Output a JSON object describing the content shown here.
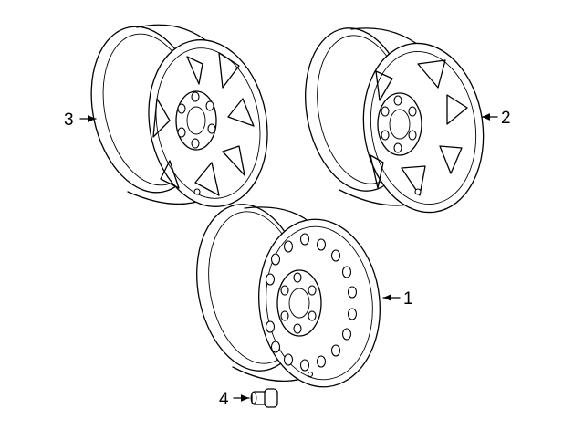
{
  "diagram": {
    "parts": [
      {
        "id": "1",
        "label": "1"
      },
      {
        "id": "2",
        "label": "2"
      },
      {
        "id": "3",
        "label": "3"
      },
      {
        "id": "4",
        "label": "4"
      }
    ]
  }
}
